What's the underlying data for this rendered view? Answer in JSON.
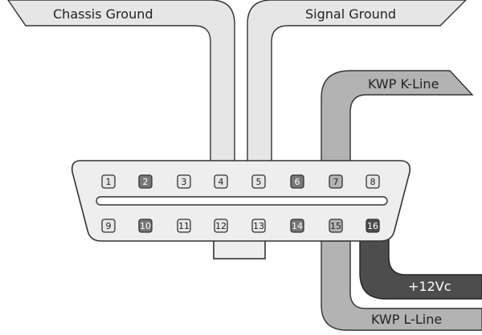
{
  "wires": {
    "chassis_ground": "Chassis Ground",
    "signal_ground": "Signal Ground",
    "kwp_k_line": "KWP  K-Line",
    "kwp_l_line": "KWP L-Line",
    "plus_12v": "+12Vc"
  },
  "connector": {
    "top_row": [
      {
        "label": "1",
        "shade": "light"
      },
      {
        "label": "2",
        "shade": "mid"
      },
      {
        "label": "3",
        "shade": "light"
      },
      {
        "label": "4",
        "shade": "light"
      },
      {
        "label": "5",
        "shade": "light"
      },
      {
        "label": "6",
        "shade": "mid"
      },
      {
        "label": "7",
        "shade": "midlight"
      },
      {
        "label": "8",
        "shade": "light"
      }
    ],
    "bottom_row": [
      {
        "label": "9",
        "shade": "light"
      },
      {
        "label": "10",
        "shade": "mid"
      },
      {
        "label": "11",
        "shade": "light"
      },
      {
        "label": "12",
        "shade": "light"
      },
      {
        "label": "13",
        "shade": "light"
      },
      {
        "label": "14",
        "shade": "mid"
      },
      {
        "label": "15",
        "shade": "midlight"
      },
      {
        "label": "16",
        "shade": "dark"
      }
    ]
  },
  "colors": {
    "light": "#e6e6e6",
    "midlight": "#b3b3b3",
    "mid": "#777777",
    "dark": "#4d4d4d"
  }
}
